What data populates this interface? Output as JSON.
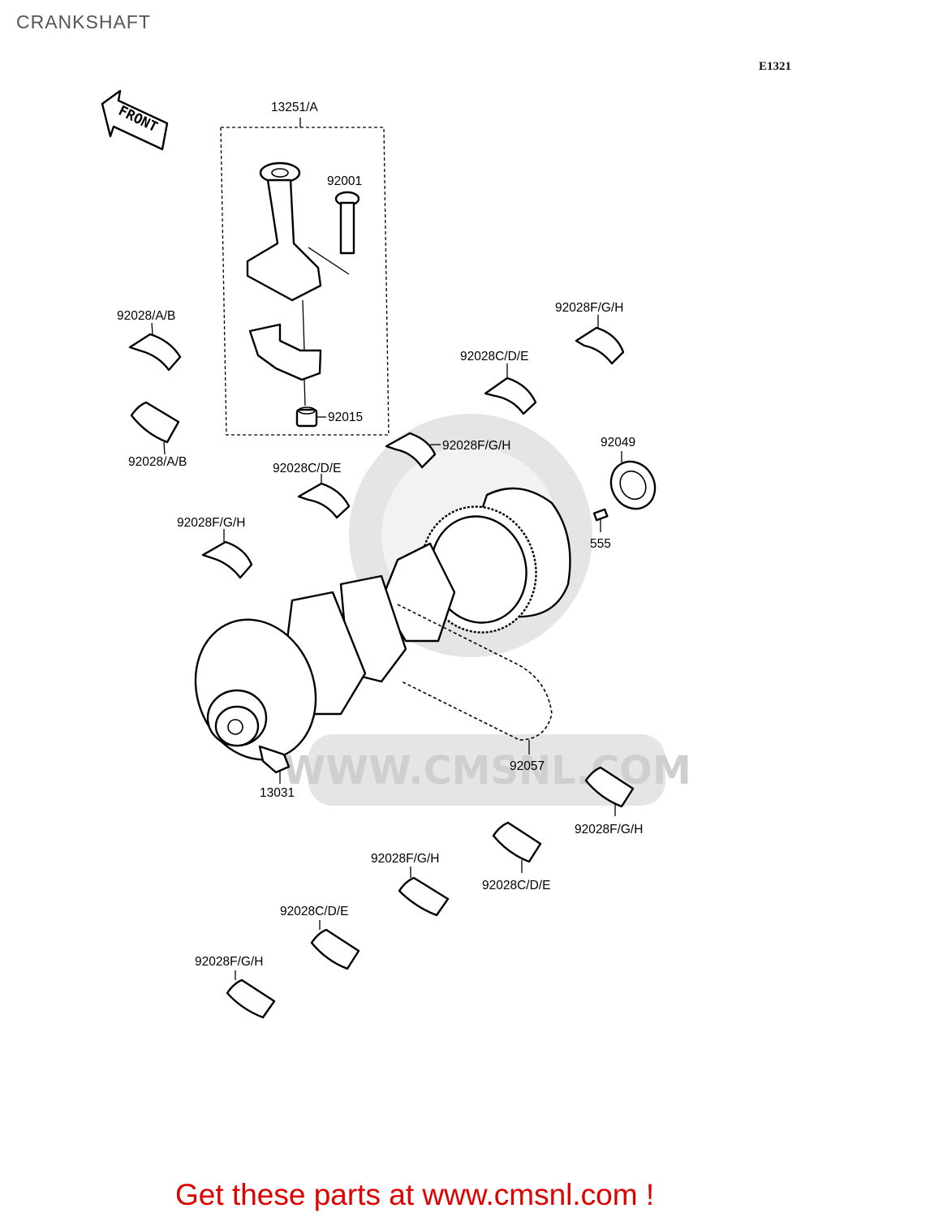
{
  "page_title": "CRANKSHAFT",
  "diagram_code": "E1321",
  "front_marker": "FRONT",
  "watermark": "WWW.CMSNL.COM",
  "footer_text": "Get these parts at www.cmsnl.com !",
  "labels": {
    "conrod_assy": "13251/A",
    "conrod_bolt": "92001",
    "bearing_ab_top": "92028/A/B",
    "bearing_ab_bottom": "92028/A/B",
    "bearing_fgh_top_right": "92028F/G/H",
    "bearing_cde_upper": "92028C/D/E",
    "nut": "92015",
    "bearing_fgh_mid": "92028F/G/H",
    "oil_seal": "92049",
    "bearing_cde_left": "92028C/D/E",
    "key": "555",
    "bearing_fgh_left": "92028F/G/H",
    "chain": "92057",
    "crankshaft": "13031",
    "bearing_fgh_lower_right": "92028F/G/H",
    "bearing_fgh_lower_mid": "92028F/G/H",
    "bearing_cde_lower_right": "92028C/D/E",
    "bearing_cde_lower_left": "92028C/D/E",
    "bearing_fgh_bottom": "92028F/G/H"
  }
}
